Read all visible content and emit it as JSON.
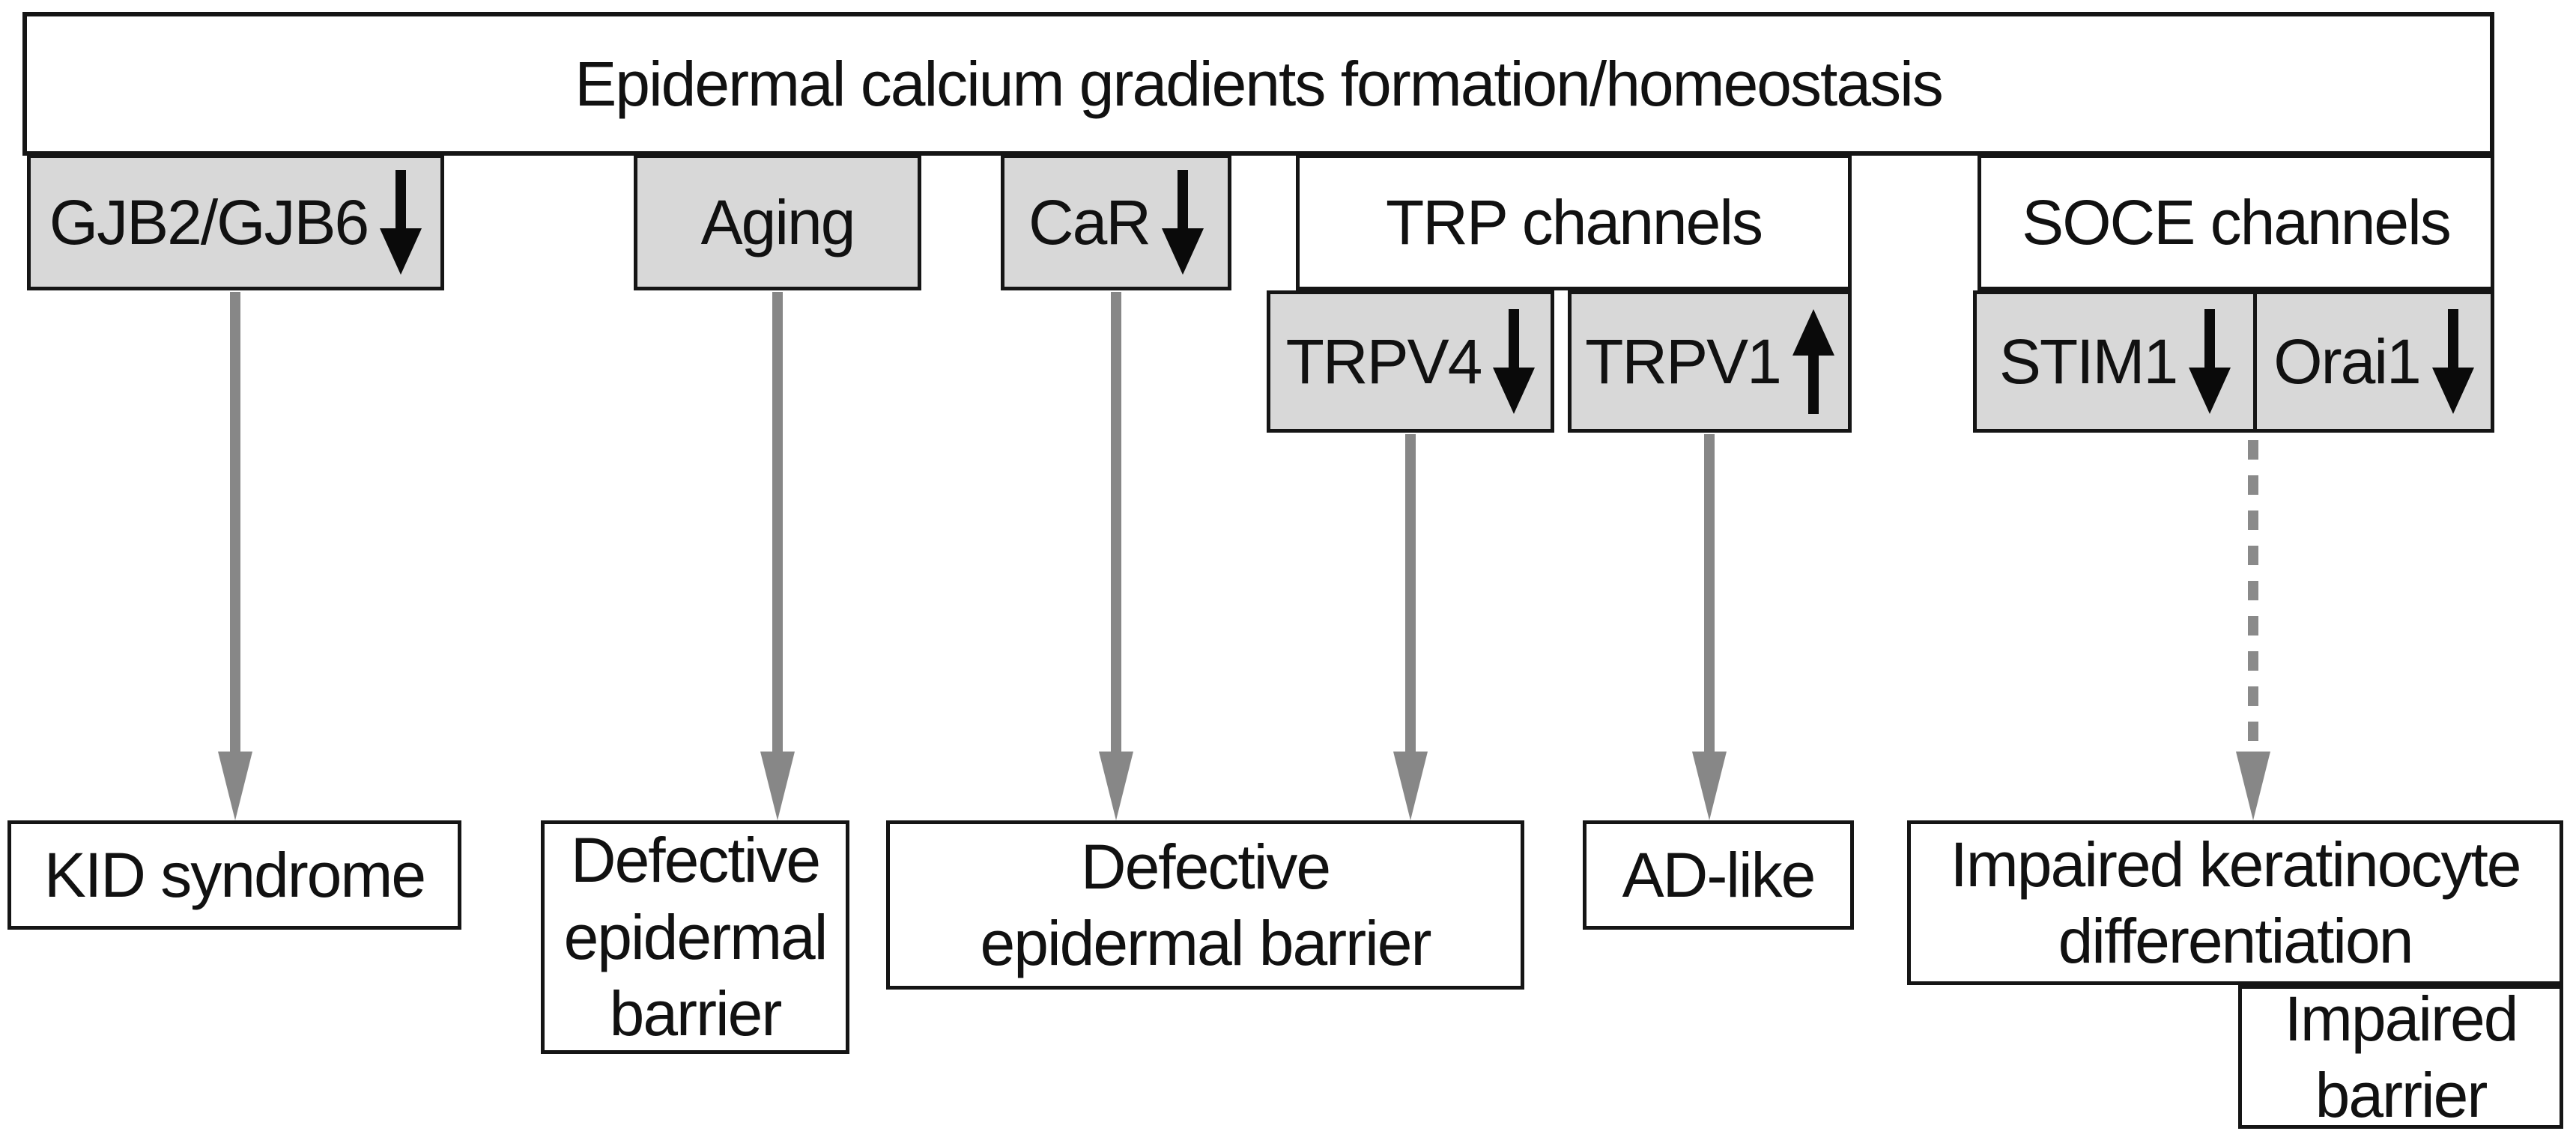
{
  "diagram": {
    "title": "Epidermal calcium gradients formation/homeostasis",
    "causes": [
      {
        "label": "GJB2/GJB6",
        "change": "down"
      },
      {
        "label": "Aging",
        "change": null
      },
      {
        "label": "CaR",
        "change": "down"
      },
      {
        "label": "TRP channels",
        "change": null
      },
      {
        "label": "SOCE channels",
        "change": null
      }
    ],
    "channels": [
      {
        "label": "TRPV4",
        "change": "down"
      },
      {
        "label": "TRPV1",
        "change": "up"
      },
      {
        "label": "STIM1",
        "change": "down"
      },
      {
        "label": "Orai1",
        "change": "down"
      }
    ],
    "outcomes": [
      {
        "id": "kid-syndrome",
        "lines": [
          "KID syndrome"
        ]
      },
      {
        "id": "defective-epidermal-barrier-narrow",
        "lines": [
          "Defective",
          "epidermal",
          "barrier"
        ]
      },
      {
        "id": "defective-epidermal-barrier-wide",
        "lines": [
          "Defective",
          "epidermal barrier"
        ]
      },
      {
        "id": "ad-like",
        "lines": [
          "AD-like"
        ]
      },
      {
        "id": "impaired-keratinocyte-differentiation",
        "lines": [
          "Impaired keratinocyte",
          "differentiation"
        ]
      },
      {
        "id": "impaired-barrier",
        "lines": [
          "Impaired",
          "barrier"
        ]
      }
    ],
    "edges": [
      {
        "from": "GJB2/GJB6",
        "to": "KID syndrome",
        "style": "solid"
      },
      {
        "from": "Aging",
        "to": "Defective epidermal barrier",
        "style": "solid"
      },
      {
        "from": "CaR",
        "to": "Defective epidermal barrier",
        "style": "solid"
      },
      {
        "from": "TRPV4",
        "to": "Defective epidermal barrier",
        "style": "solid"
      },
      {
        "from": "TRPV1",
        "to": "AD-like",
        "style": "solid"
      },
      {
        "from": "STIM1/Orai1",
        "to": "Impaired keratinocyte differentiation",
        "style": "dashed"
      }
    ],
    "colors": {
      "node_fill_gray": "#d8d8d8",
      "node_fill_white": "#ffffff",
      "node_border": "#151515",
      "arrow_connector_gray": "#878787",
      "glyph_arrow_black": "#0a0a0a",
      "text": "#111111",
      "background": "#ffffff"
    }
  }
}
